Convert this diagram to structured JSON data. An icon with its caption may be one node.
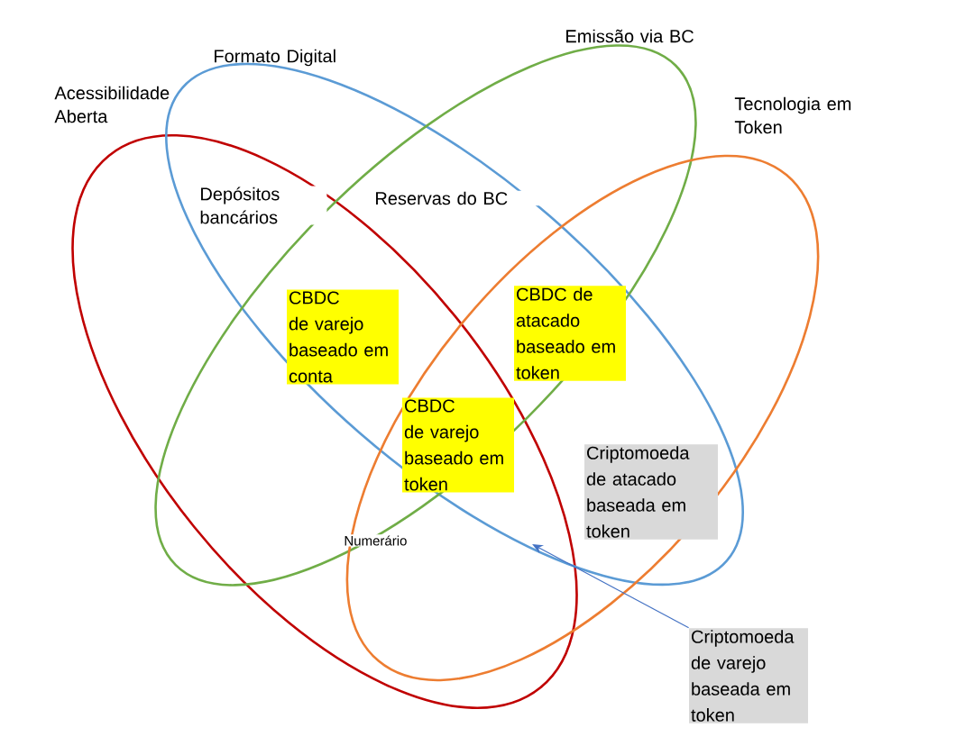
{
  "diagram": {
    "nodes": [
      {
        "text": [
          "Acessibilidade Aberta"
        ]
      },
      {
        "text": [
          "Formato Digital"
        ]
      },
      {
        "text": [
          "Emissão via BC"
        ]
      },
      {
        "text": [
          "Tecnologia em Token"
        ]
      },
      {
        "text": [
          "CBDC de varejo baseado em conta"
        ]
      },
      {
        "text": [
          "CBDC de atacado baseado em token"
        ]
      },
      {
        "text": [
          "CBDC de varejo baseado em token"
        ]
      },
      {
        "text": [
          "Criptomoeda de atacado baseada em token"
        ]
      },
      {
        "text": [
          "Criptomoeda de varejo baseada em token"
        ]
      }
    ],
    "edges": [
      {
        "from": 8,
        "to": 3,
        "arrow": "to"
      }
    ],
    "labels": [
      "Depósitos bancários",
      "Reservas do BC",
      "Numerário"
    ]
  }
}
